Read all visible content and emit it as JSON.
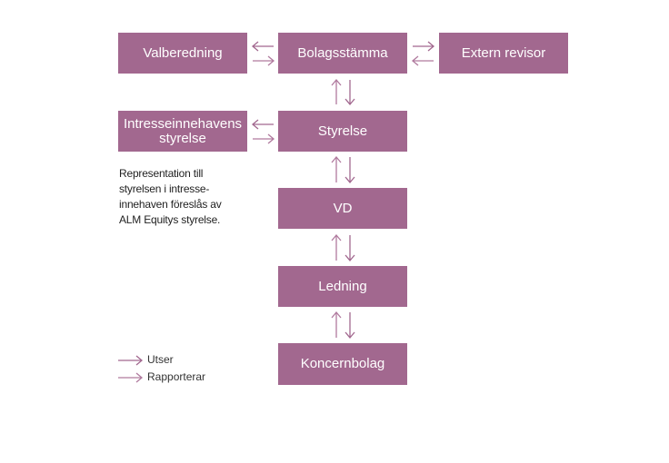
{
  "colors": {
    "box_fill": "#a2688f",
    "box_text": "#ffffff",
    "appoints_arrow": "#a2688f",
    "reports_arrow": "#b07a9e"
  },
  "boxes": {
    "valberedning": "Valberedning",
    "bolagsstamma": "Bolagsstämma",
    "extern_revisor": "Extern revisor",
    "intresseinnehavens_line1": "Intresseinnehavens",
    "intresseinnehavens_line2": "styrelse",
    "styrelse": "Styrelse",
    "vd": "VD",
    "ledning": "Ledning",
    "koncernbolag": "Koncernbolag"
  },
  "note": {
    "lines": [
      "Representation till",
      "styrelsen i intresse-",
      "innehaven föreslås av",
      "ALM Equitys styrelse."
    ]
  },
  "legend": {
    "appoints": "Utser",
    "reports": "Rapporterar"
  }
}
